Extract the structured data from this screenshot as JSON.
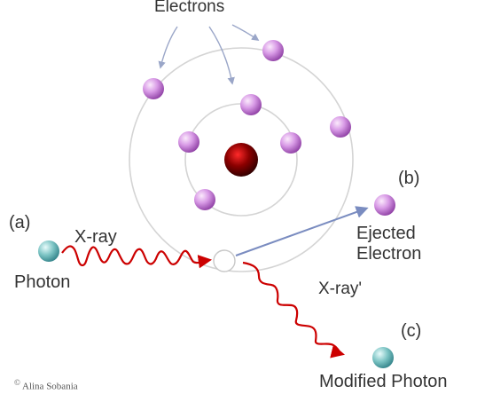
{
  "diagram": {
    "labels": {
      "electrons": "Electrons",
      "marker_a": "(a)",
      "marker_b": "(b)",
      "marker_c": "(c)",
      "xray_in": "X-ray",
      "xray_out": "X-ray'",
      "photon": "Photon",
      "ejected_line1": "Ejected",
      "ejected_line2": "Electron",
      "modified_photon": "Modified Photon"
    },
    "credit": {
      "symbol": "©",
      "name": "Alina Sobania"
    },
    "colors": {
      "electron": "#cc88dd",
      "electron_dark": "#8a3aa0",
      "nucleus": "#8b0000",
      "photon": "#66b3b3",
      "wave": "#cc0000",
      "ejected_path": "#7a8cc0",
      "orbit": "#d4d4d4",
      "pointer": "#9aa6c8"
    }
  }
}
